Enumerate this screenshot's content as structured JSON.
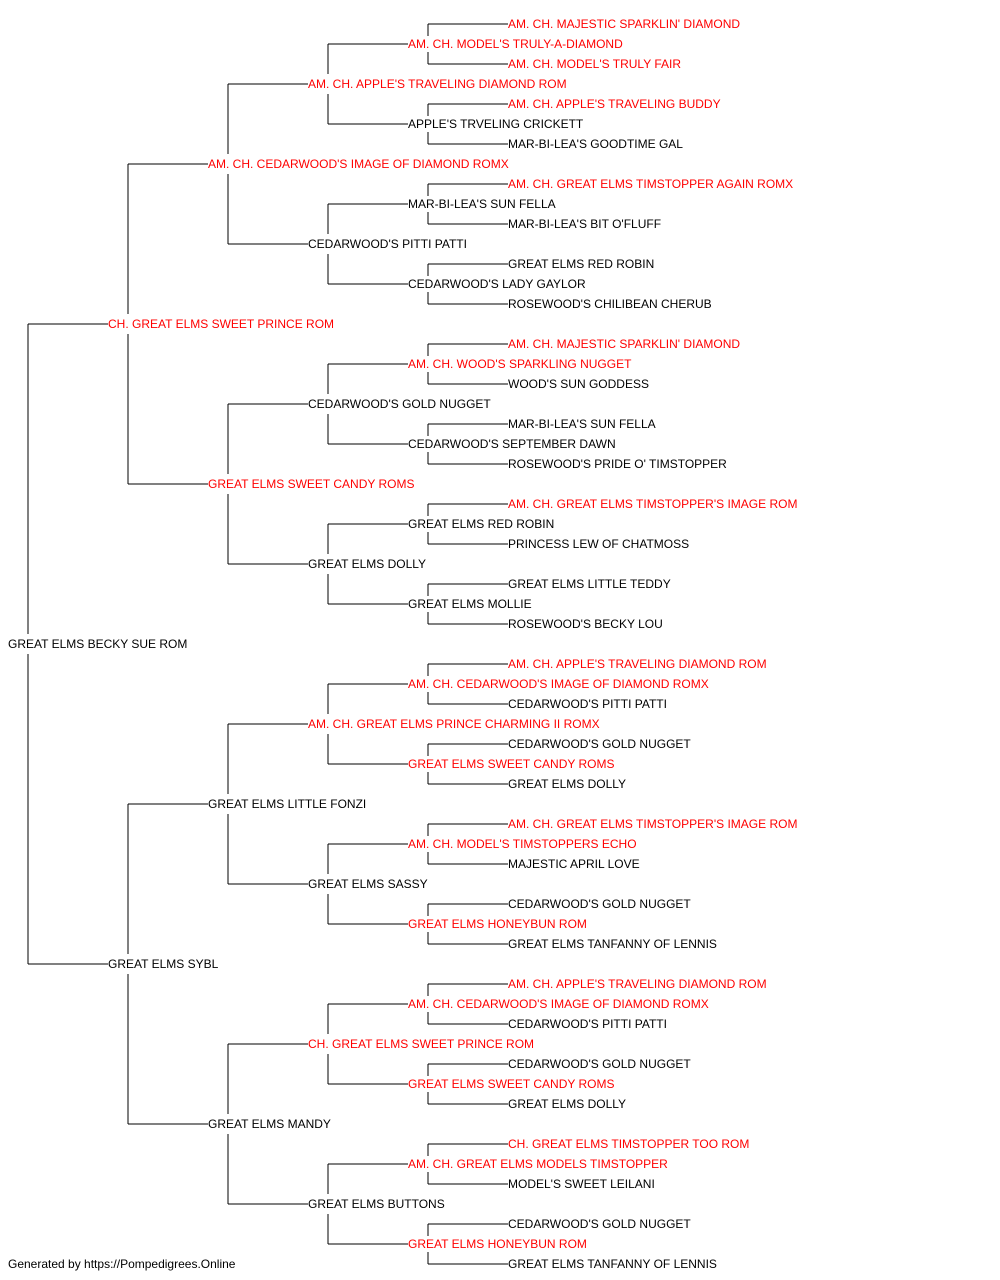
{
  "pedigree": {
    "subject": "GREAT ELMS BECKY SUE ROM",
    "footer": "Generated by https://Pompedigrees.Online",
    "colors": {
      "champion": "#ff0000",
      "normal": "#000000",
      "line": "#000000"
    },
    "gen1": [
      {
        "name": "CH. GREAT ELMS SWEET PRINCE ROM",
        "ch": true
      },
      {
        "name": "GREAT ELMS SYBL",
        "ch": false
      }
    ],
    "gen2": [
      {
        "name": "AM. CH. CEDARWOOD'S IMAGE OF DIAMOND ROMX",
        "ch": true
      },
      {
        "name": "GREAT ELMS SWEET CANDY ROMS",
        "ch": true
      },
      {
        "name": "GREAT ELMS LITTLE FONZI",
        "ch": false
      },
      {
        "name": "GREAT ELMS MANDY",
        "ch": false
      }
    ],
    "gen3": [
      {
        "name": "AM. CH. APPLE'S TRAVELING DIAMOND ROM",
        "ch": true
      },
      {
        "name": "CEDARWOOD'S PITTI PATTI",
        "ch": false
      },
      {
        "name": "CEDARWOOD'S GOLD NUGGET",
        "ch": false
      },
      {
        "name": "GREAT ELMS DOLLY",
        "ch": false
      },
      {
        "name": "AM. CH. GREAT ELMS PRINCE CHARMING II ROMX",
        "ch": true
      },
      {
        "name": "GREAT ELMS SASSY",
        "ch": false
      },
      {
        "name": "CH. GREAT ELMS SWEET PRINCE ROM",
        "ch": true
      },
      {
        "name": "GREAT ELMS BUTTONS",
        "ch": false
      }
    ],
    "gen4": [
      {
        "name": "AM. CH. MODEL'S TRULY-A-DIAMOND",
        "ch": true
      },
      {
        "name": "APPLE'S TRVELING CRICKETT",
        "ch": false
      },
      {
        "name": "MAR-BI-LEA'S SUN FELLA",
        "ch": false
      },
      {
        "name": "CEDARWOOD'S LADY GAYLOR",
        "ch": false
      },
      {
        "name": "AM. CH. WOOD'S SPARKLING NUGGET",
        "ch": true
      },
      {
        "name": "CEDARWOOD'S SEPTEMBER DAWN",
        "ch": false
      },
      {
        "name": "GREAT ELMS RED ROBIN",
        "ch": false
      },
      {
        "name": "GREAT ELMS MOLLIE",
        "ch": false
      },
      {
        "name": "AM. CH. CEDARWOOD'S IMAGE OF DIAMOND ROMX",
        "ch": true
      },
      {
        "name": "GREAT ELMS SWEET CANDY ROMS",
        "ch": true
      },
      {
        "name": "AM. CH. MODEL'S TIMSTOPPERS ECHO",
        "ch": true
      },
      {
        "name": "GREAT ELMS HONEYBUN ROM",
        "ch": true
      },
      {
        "name": "AM. CH. CEDARWOOD'S IMAGE OF DIAMOND ROMX",
        "ch": true
      },
      {
        "name": "GREAT ELMS SWEET CANDY ROMS",
        "ch": true
      },
      {
        "name": "AM. CH. GREAT ELMS MODELS TIMSTOPPER",
        "ch": true
      },
      {
        "name": "GREAT ELMS HONEYBUN ROM",
        "ch": true
      }
    ],
    "gen5": [
      {
        "name": "AM. CH. MAJESTIC SPARKLIN' DIAMOND",
        "ch": true
      },
      {
        "name": "AM. CH. MODEL'S TRULY FAIR",
        "ch": true
      },
      {
        "name": "AM. CH. APPLE'S TRAVELING BUDDY",
        "ch": true
      },
      {
        "name": "MAR-BI-LEA'S GOODTIME GAL",
        "ch": false
      },
      {
        "name": "AM. CH. GREAT ELMS TIMSTOPPER AGAIN ROMX",
        "ch": true
      },
      {
        "name": "MAR-BI-LEA'S BIT O'FLUFF",
        "ch": false
      },
      {
        "name": "GREAT ELMS RED ROBIN",
        "ch": false
      },
      {
        "name": "ROSEWOOD'S CHILIBEAN CHERUB",
        "ch": false
      },
      {
        "name": "AM. CH. MAJESTIC SPARKLIN' DIAMOND",
        "ch": true
      },
      {
        "name": "WOOD'S SUN GODDESS",
        "ch": false
      },
      {
        "name": "MAR-BI-LEA'S SUN FELLA",
        "ch": false
      },
      {
        "name": "ROSEWOOD'S PRIDE O' TIMSTOPPER",
        "ch": false
      },
      {
        "name": "AM. CH. GREAT ELMS TIMSTOPPER'S IMAGE ROM",
        "ch": true
      },
      {
        "name": "PRINCESS LEW OF CHATMOSS",
        "ch": false
      },
      {
        "name": "GREAT ELMS LITTLE TEDDY",
        "ch": false
      },
      {
        "name": "ROSEWOOD'S BECKY LOU",
        "ch": false
      },
      {
        "name": "AM. CH. APPLE'S TRAVELING DIAMOND ROM",
        "ch": true
      },
      {
        "name": "CEDARWOOD'S PITTI PATTI",
        "ch": false
      },
      {
        "name": "CEDARWOOD'S GOLD NUGGET",
        "ch": false
      },
      {
        "name": "GREAT ELMS DOLLY",
        "ch": false
      },
      {
        "name": "AM. CH. GREAT ELMS TIMSTOPPER'S IMAGE ROM",
        "ch": true
      },
      {
        "name": "MAJESTIC APRIL LOVE",
        "ch": false
      },
      {
        "name": "CEDARWOOD'S GOLD NUGGET",
        "ch": false
      },
      {
        "name": "GREAT ELMS TANFANNY OF LENNIS",
        "ch": false
      },
      {
        "name": "AM. CH. APPLE'S TRAVELING DIAMOND ROM",
        "ch": true
      },
      {
        "name": "CEDARWOOD'S PITTI PATTI",
        "ch": false
      },
      {
        "name": "CEDARWOOD'S GOLD NUGGET",
        "ch": false
      },
      {
        "name": "GREAT ELMS DOLLY",
        "ch": false
      },
      {
        "name": "CH. GREAT ELMS TIMSTOPPER TOO ROM",
        "ch": true
      },
      {
        "name": "MODEL'S SWEET LEILANI",
        "ch": false
      },
      {
        "name": "CEDARWOOD'S GOLD NUGGET",
        "ch": false
      },
      {
        "name": "GREAT ELMS TANFANNY OF LENNIS",
        "ch": false
      }
    ]
  }
}
